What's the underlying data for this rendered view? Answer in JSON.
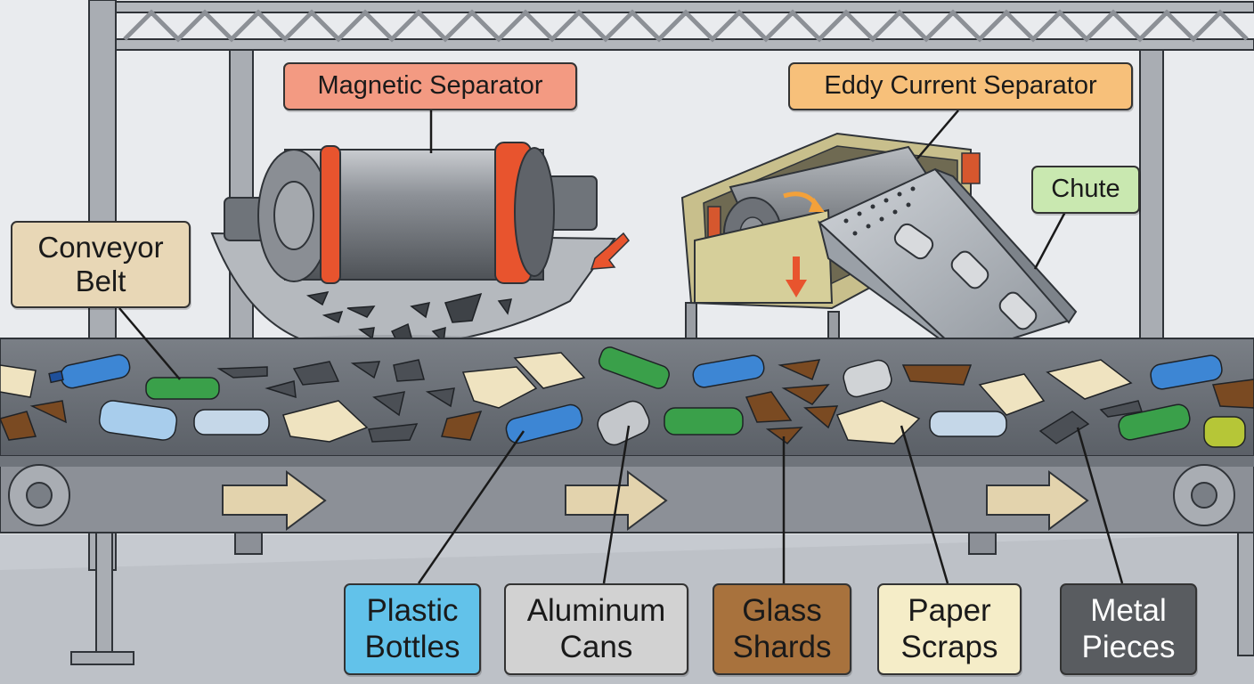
{
  "labels": {
    "magnetic_separator": "Magnetic Separator",
    "eddy_current_separator": "Eddy Current Separator",
    "chute": "Chute",
    "conveyor_belt": [
      "Conveyor",
      "Belt"
    ],
    "plastic_bottles": [
      "Plastic",
      "Bottles"
    ],
    "aluminum_cans": [
      "Aluminum",
      "Cans"
    ],
    "glass_shards": [
      "Glass",
      "Shards"
    ],
    "paper_scraps": [
      "Paper",
      "Scraps"
    ],
    "metal_pieces": [
      "Metal",
      "Pieces"
    ]
  },
  "colors": {
    "magnetic_separator": "#f39a82",
    "eddy_current_separator": "#f7c07a",
    "chute": "#c9e8b0",
    "conveyor_belt": "#e8d7b6",
    "plastic_bottles": "#62c2ea",
    "aluminum_cans": "#d2d2d2",
    "glass_shards": "#a8723d",
    "paper_scraps": "#f5edc8",
    "metal_pieces": "#595c60",
    "belt": "#6f747b",
    "frame": "#a9adb3",
    "magnet_band": "#e8542e"
  }
}
